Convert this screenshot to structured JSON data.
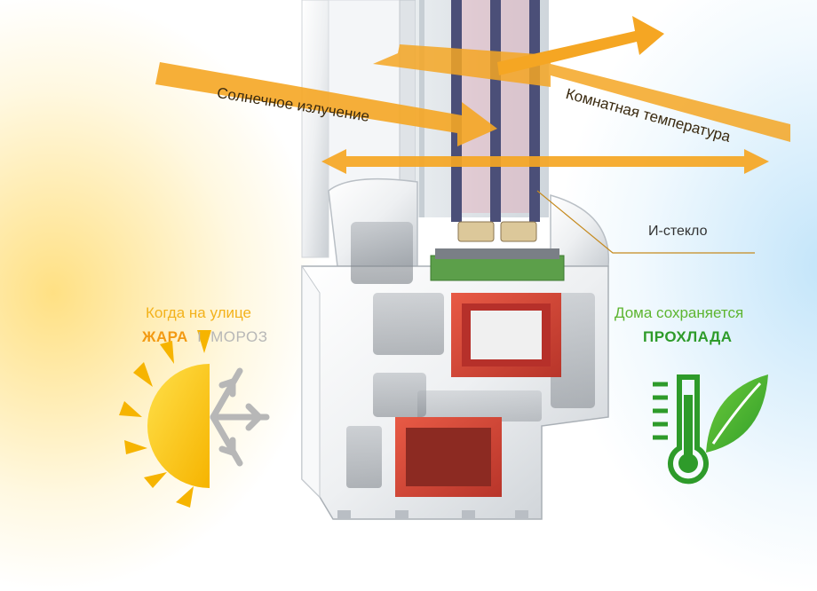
{
  "arrows": {
    "solar": "Солнечное излучение",
    "room": "Комнатная температура"
  },
  "glass_label": "И-стекло",
  "left": {
    "line1": "Когда на улице",
    "hot": "ЖАРА",
    "separator": "I",
    "cold": "МОРОЗ"
  },
  "right": {
    "line1": "Дома сохраняется",
    "cool": "ПРОХЛАДА"
  },
  "icons": [
    "sun-icon",
    "snowflake-icon",
    "thermometer-icon",
    "leaf-icon"
  ],
  "colors": {
    "arrow_orange": "#f5a623",
    "left_text": "#f3b21c",
    "hot_orange": "#f39a12",
    "cold_grey": "#b7b7b7",
    "right_green": "#5db530",
    "cool_green": "#2e9b2a",
    "frame_red": "#d84a3a"
  }
}
